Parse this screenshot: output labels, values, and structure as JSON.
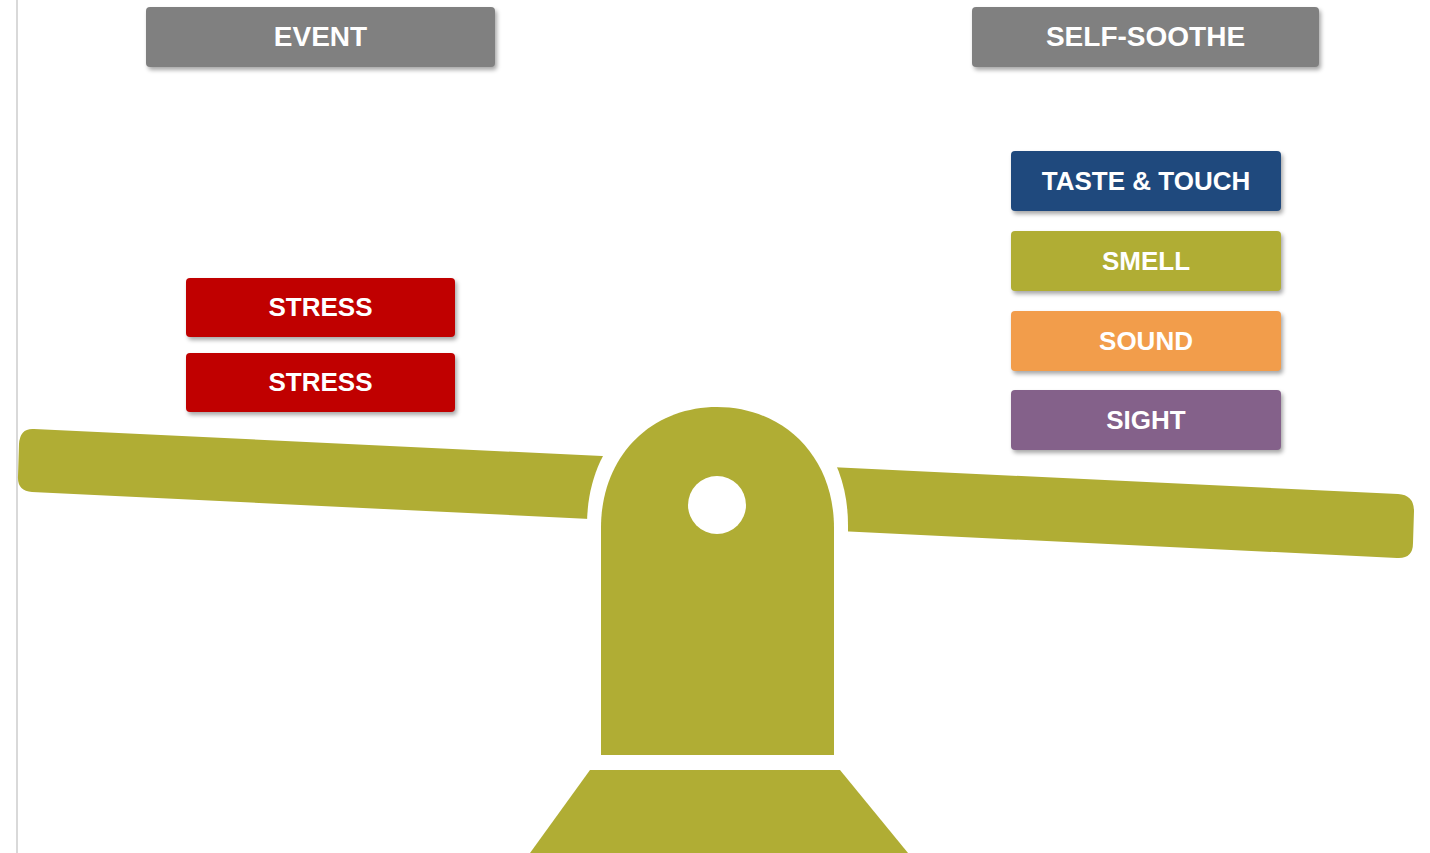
{
  "diagram": {
    "nodes": [
      {
        "text": [
          "EVENT"
        ]
      },
      {
        "text": [
          "SELF-SOOTHE"
        ]
      },
      {
        "text": [
          "STRESS"
        ]
      },
      {
        "text": [
          "STRESS"
        ]
      },
      {
        "text": [
          "TASTE & TOUCH"
        ]
      },
      {
        "text": [
          "SMELL"
        ]
      },
      {
        "text": [
          "SOUND"
        ]
      },
      {
        "text": [
          "SIGHT"
        ]
      }
    ]
  }
}
